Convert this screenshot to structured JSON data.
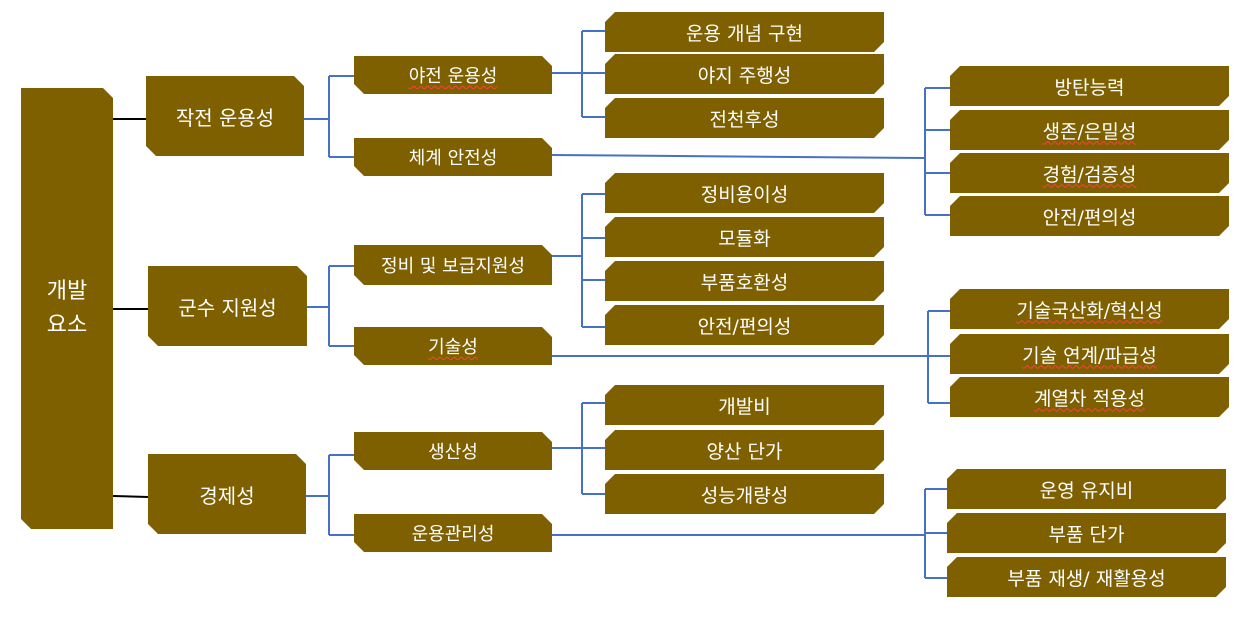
{
  "root": {
    "line1": "개발",
    "line2": "요소"
  },
  "groups": [
    {
      "label": "작전 운용성",
      "children": [
        {
          "label": "야전 운용성",
          "items": [
            "운용 개념 구현",
            "야지 주행성",
            "전천후성"
          ]
        },
        {
          "label": "체계 안전성",
          "items": [
            "방탄능력",
            "생존/은밀성",
            "경험/검증성",
            "안전/편의성"
          ]
        }
      ]
    },
    {
      "label": "군수 지원성",
      "children": [
        {
          "label": "정비 및 보급지원성",
          "items": [
            "정비용이성",
            "모듈화",
            "부품호환성",
            "안전/편의성"
          ]
        },
        {
          "label": "기술성",
          "items": [
            "기술국산화/혁신성",
            "기술 연계/파급성",
            "계열차 적용성"
          ]
        }
      ]
    },
    {
      "label": "경제성",
      "children": [
        {
          "label": "생산성",
          "items": [
            "개발비",
            "양산 단가",
            "성능개량성"
          ]
        },
        {
          "label": "운용관리성",
          "items": [
            "운영 유지비",
            "부품 단가",
            "부품 재생/ 재활용성"
          ]
        }
      ]
    }
  ],
  "colors": {
    "box_fill": "#7f6000",
    "box_text": "#ffffff",
    "connector": "#4472c4",
    "root_connector": "#000000"
  }
}
